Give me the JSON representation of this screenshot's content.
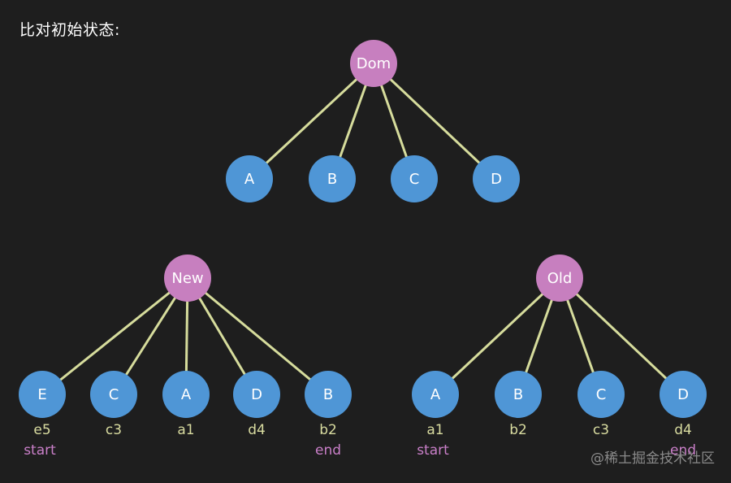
{
  "title": "比对初始状态:",
  "watermark": "@稀土掘金技术社区",
  "colors": {
    "background": "#1e1e1e",
    "root_node": "#c77fbf",
    "child_node": "#4f96d6",
    "edge": "#d6dc9c",
    "key_text": "#d9dca0",
    "pointer_text": "#c97fc8"
  },
  "trees": [
    {
      "id": "dom",
      "root": "Dom",
      "children": [
        {
          "label": "A",
          "key": "",
          "pointer": ""
        },
        {
          "label": "B",
          "key": "",
          "pointer": ""
        },
        {
          "label": "C",
          "key": "",
          "pointer": ""
        },
        {
          "label": "D",
          "key": "",
          "pointer": ""
        }
      ]
    },
    {
      "id": "new",
      "root": "New",
      "children": [
        {
          "label": "E",
          "key": "e5",
          "pointer": "start"
        },
        {
          "label": "C",
          "key": "c3",
          "pointer": ""
        },
        {
          "label": "A",
          "key": "a1",
          "pointer": ""
        },
        {
          "label": "D",
          "key": "d4",
          "pointer": ""
        },
        {
          "label": "B",
          "key": "b2",
          "pointer": "end"
        }
      ]
    },
    {
      "id": "old",
      "root": "Old",
      "children": [
        {
          "label": "A",
          "key": "a1",
          "pointer": "start"
        },
        {
          "label": "B",
          "key": "b2",
          "pointer": ""
        },
        {
          "label": "C",
          "key": "c3",
          "pointer": ""
        },
        {
          "label": "D",
          "key": "d4",
          "pointer": "end"
        }
      ]
    }
  ]
}
